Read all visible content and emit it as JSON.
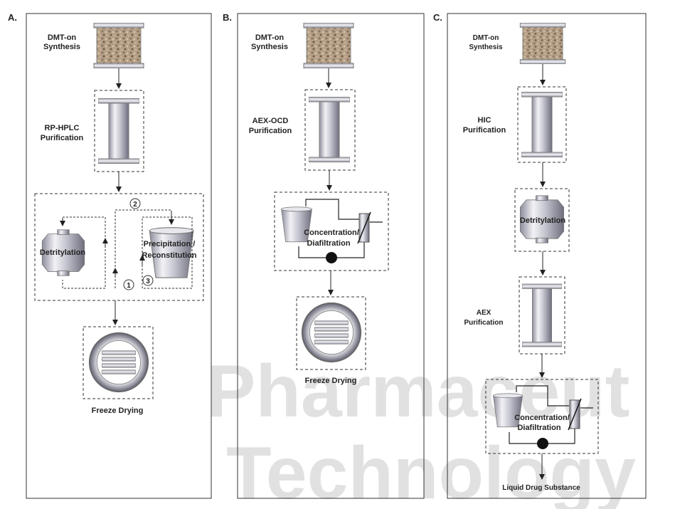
{
  "watermark": {
    "line1": "Pharmaceut",
    "line2": "Technology"
  },
  "panels": [
    {
      "letter": "A.",
      "title": "RP-HPLC purification process",
      "steps": {
        "synthesis_l1": "DMT-on",
        "synthesis_l2": "Synthesis",
        "purification_l1": "RP-HPLC",
        "purification_l2": "Purification",
        "detritylation": "Detritylation",
        "precip_l1": "Precipitation /",
        "precip_l2": "Reconstitution",
        "marker_1": "1",
        "marker_2": "2",
        "marker_3": "3",
        "final": "Freeze Drying"
      }
    },
    {
      "letter": "B.",
      "steps": {
        "synthesis_l1": "DMT-on",
        "synthesis_l2": "Synthesis",
        "purification_l1": "AEX-OCD",
        "purification_l2": "Purification",
        "conc_l1": "Concentration/",
        "conc_l2": "Diafiltration",
        "final": "Freeze Drying"
      }
    },
    {
      "letter": "C.",
      "steps": {
        "synthesis_l1": "DMT-on",
        "synthesis_l2": "Synthesis",
        "hic_l1": "HIC",
        "hic_l2": "Purification",
        "detritylation": "Detritylation",
        "aex_l1": "AEX",
        "aex_l2": "Purification",
        "conc_l1": "Concentration/",
        "conc_l2": "Diafiltration",
        "final": "Liquid Drug Substance"
      }
    }
  ]
}
